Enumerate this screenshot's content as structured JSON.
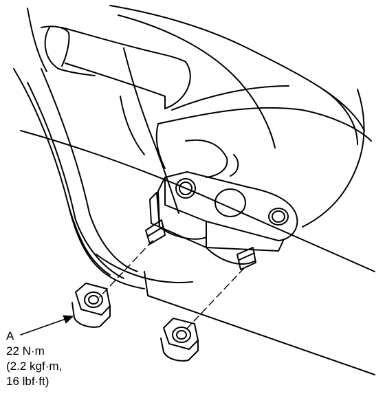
{
  "callout": {
    "label": "A",
    "torque_nm": "22 N·m",
    "torque_kgfm": "(2.2 kgf·m,",
    "torque_lbfft": "16 lbf·ft)"
  },
  "colors": {
    "line": "#000000",
    "background": "#ffffff"
  },
  "parts": [
    "exhaust-pipe",
    "oxygen-sensor-boss",
    "flange-bracket",
    "stud-bolts",
    "flange-nut-a",
    "flange-nut"
  ]
}
